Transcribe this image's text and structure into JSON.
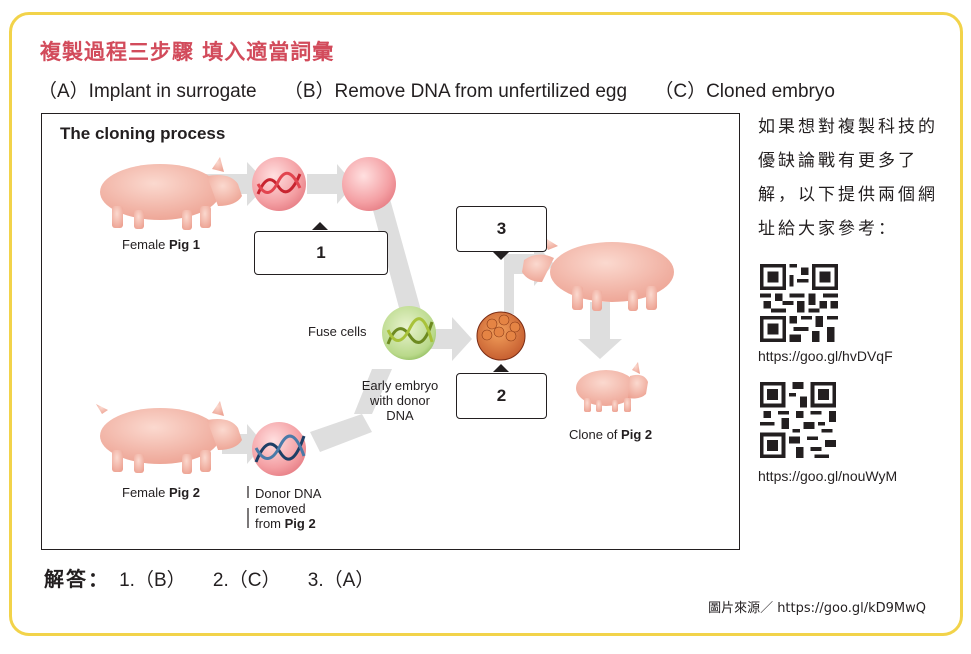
{
  "title": "複製過程三步驟 填入適當詞彙",
  "options": [
    "（A）Implant in surrogate",
    "（B）Remove DNA from unfertilized egg",
    "（C）Cloned embryo"
  ],
  "diagram": {
    "title": "The cloning process",
    "female_pig1": {
      "prefix": "Female ",
      "bold": "Pig 1"
    },
    "female_pig2": {
      "prefix": "Female ",
      "bold": "Pig 2"
    },
    "fuse_cells": "Fuse cells",
    "early_embryo": [
      "Early embryo",
      "with donor",
      "DNA"
    ],
    "donor_dna": {
      "line1": "Donor DNA",
      "line2": "removed",
      "line3_prefix": "from ",
      "line3_bold": "Pig 2"
    },
    "clone": {
      "prefix": "Clone of ",
      "bold": "Pig 2"
    },
    "box1": "1",
    "box2": "2",
    "box3": "3"
  },
  "side_text": "如果想對複製科技的優缺論戰有更多了解，以下提供兩個網址給大家參考：",
  "links": [
    "https://goo.gl/hvDVqF",
    "https://goo.gl/nouWyM"
  ],
  "answer": {
    "label": "解答：",
    "items": [
      "1.（B）",
      "2.（C）",
      "3.（A）"
    ]
  },
  "source": "圖片來源／ https://goo.gl/kD9MwQ",
  "colors": {
    "border": "#f2d34a",
    "title": "#d24b5b",
    "pig": "#f3b7a6",
    "arrow": "#dcdcdc"
  }
}
